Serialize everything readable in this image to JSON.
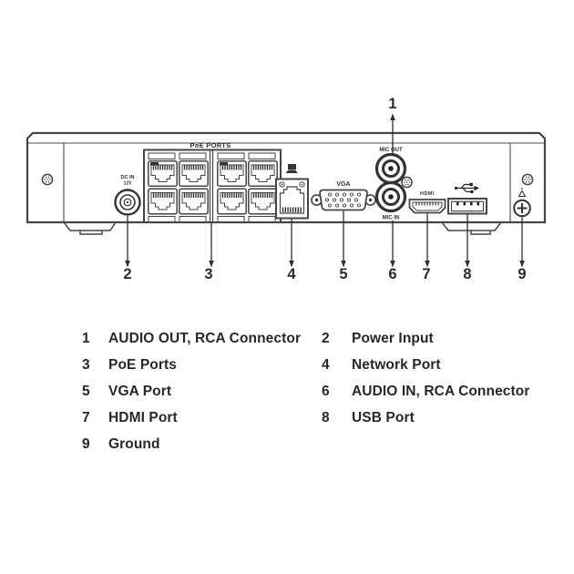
{
  "colors": {
    "line_gray": "#454545",
    "line_dark": "#2e2e2e",
    "text": "#282828",
    "background": "#ffffff"
  },
  "device": {
    "labels": {
      "poe_ports": "PoE PORTS",
      "dc_in_line1": "DC IN",
      "dc_in_line2": "12V",
      "vga": "VGA",
      "mic_out": "MIC OUT",
      "mic_in": "MIC IN",
      "hdmi": "HDMI"
    }
  },
  "callouts": [
    "1",
    "2",
    "3",
    "4",
    "5",
    "6",
    "7",
    "8",
    "9"
  ],
  "legend": {
    "items": [
      {
        "num": "1",
        "label": "AUDIO OUT, RCA Connector"
      },
      {
        "num": "2",
        "label": "Power Input"
      },
      {
        "num": "3",
        "label": "PoE Ports"
      },
      {
        "num": "4",
        "label": "Network Port"
      },
      {
        "num": "5",
        "label": "VGA Port"
      },
      {
        "num": "6",
        "label": "AUDIO IN, RCA Connector"
      },
      {
        "num": "7",
        "label": "HDMI Port"
      },
      {
        "num": "8",
        "label": "USB Port"
      },
      {
        "num": "9",
        "label": "Ground"
      }
    ]
  }
}
